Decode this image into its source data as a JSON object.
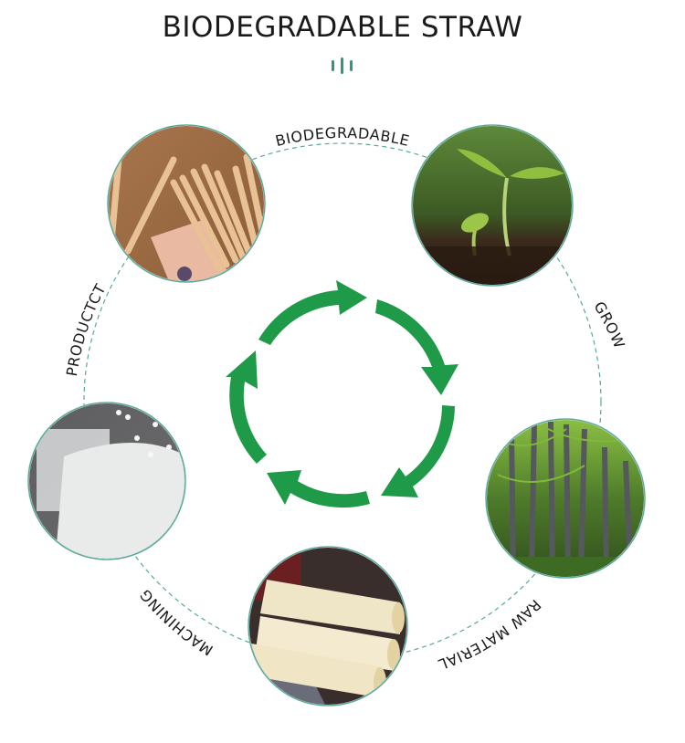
{
  "header": {
    "title": "BIODEGRADABLE STRAW"
  },
  "colors": {
    "accent_green": "#1f9a48",
    "divider_green": "#2e9a6e",
    "dashed_ring": "#5aa89a",
    "title_text": "#1a1a1a"
  },
  "cycle": {
    "center_icon": "recycle-arrows-icon",
    "stages": [
      {
        "id": "biodegradable",
        "label": "BIODEGRADABLE",
        "image": "sprout-in-soil-photo"
      },
      {
        "id": "grow",
        "label": "GROW",
        "image": "sugarcane-field-photo"
      },
      {
        "id": "raw-material",
        "label": "RAW MATERIAL",
        "image": "cut-sugarcane-photo"
      },
      {
        "id": "machining",
        "label": "MACHINING",
        "image": "plastic-pellets-photo"
      },
      {
        "id": "product",
        "label": "PRODUCTCT",
        "image": "straws-photo"
      }
    ]
  }
}
